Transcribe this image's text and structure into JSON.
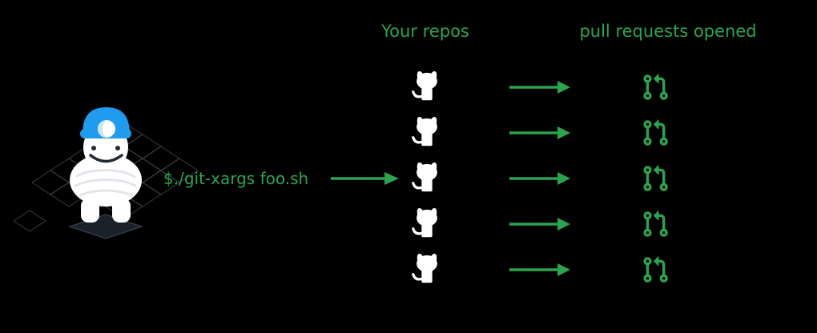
{
  "colors": {
    "background": "#000000",
    "accent_green": "#2aa44f",
    "helmet_blue": "#1f9cf0",
    "lamp_tint": "#c9e6f8",
    "mascot_white": "#ffffff",
    "face_dark": "#232a33",
    "arm_line": "#e2e6ea",
    "grid_line": "#3a414b",
    "platform_fill": "#1b212a"
  },
  "headers": {
    "repos": "Your repos",
    "prs": "pull requests opened"
  },
  "command": {
    "text": "$./git-xargs foo.sh"
  },
  "icons": {
    "mascot": "yeti-miner-mascot",
    "repo": "github-octocat-icon",
    "connector": "right-arrow-icon",
    "pr": "git-pull-request-icon"
  },
  "rows": [
    {
      "repo_icon": "github-octocat",
      "connector": "arrow-right",
      "pr_icon": "git-pull-request"
    },
    {
      "repo_icon": "github-octocat",
      "connector": "arrow-right",
      "pr_icon": "git-pull-request"
    },
    {
      "repo_icon": "github-octocat",
      "connector": "arrow-right",
      "pr_icon": "git-pull-request"
    },
    {
      "repo_icon": "github-octocat",
      "connector": "arrow-right",
      "pr_icon": "git-pull-request"
    },
    {
      "repo_icon": "github-octocat",
      "connector": "arrow-right",
      "pr_icon": "git-pull-request"
    }
  ]
}
